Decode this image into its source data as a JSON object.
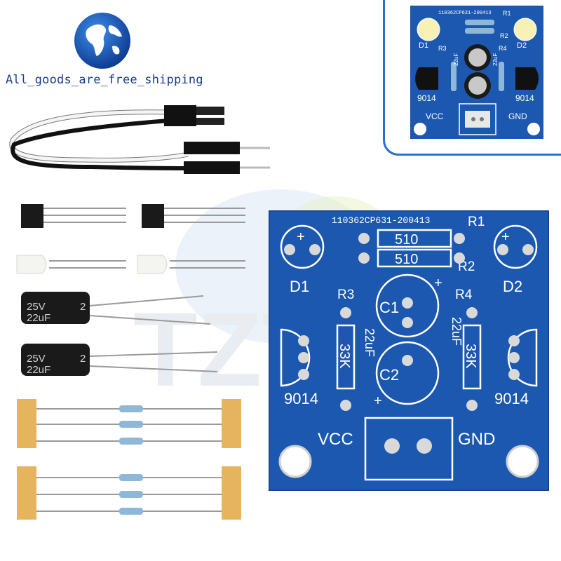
{
  "brand": {
    "shipping_text": "All_goods_are_free_shipping",
    "logo_icon": "globe-icon",
    "watermark_text": "TZT"
  },
  "colors": {
    "pcb_blue": "#1c58b0",
    "pcb_dark": "#163f86",
    "silkscreen": "#ffffff",
    "pad_silver": "#d9d9d9",
    "brand_blue": "#1a3e8c",
    "inset_border": "#2a6fd1",
    "resistor_body": "#8fb8d8",
    "capacitor_body": "#1a1a1a",
    "tape": "#e6b45f"
  },
  "board": {
    "code": "110362CP631-200413",
    "r1": "R1",
    "r2": "R2",
    "r3": "R3",
    "r4": "R4",
    "r_top_value": "510",
    "r_bottom_value": "510",
    "r3_value": "33K",
    "r4_value": "33K",
    "d1": "D1",
    "d2": "D2",
    "c1": "C1",
    "c2": "C2",
    "c1_value": "22uF",
    "c2_value": "22uF",
    "q_left": "9014",
    "q_right": "9014",
    "vcc": "VCC",
    "gnd": "GND",
    "plus": "+"
  },
  "inset": {
    "code": "110362CP631-200413",
    "r1": "R1",
    "r2": "R2",
    "r3": "R3",
    "r4": "R4",
    "d1": "D1",
    "d2": "D2",
    "q_left": "9014",
    "q_right": "9014",
    "vcc": "VCC",
    "gnd": "GND",
    "cap_value": "22uF"
  },
  "components": {
    "capacitor_voltage": "25V",
    "capacitor_capacitance": "22uF",
    "capacitor_side": "2"
  }
}
